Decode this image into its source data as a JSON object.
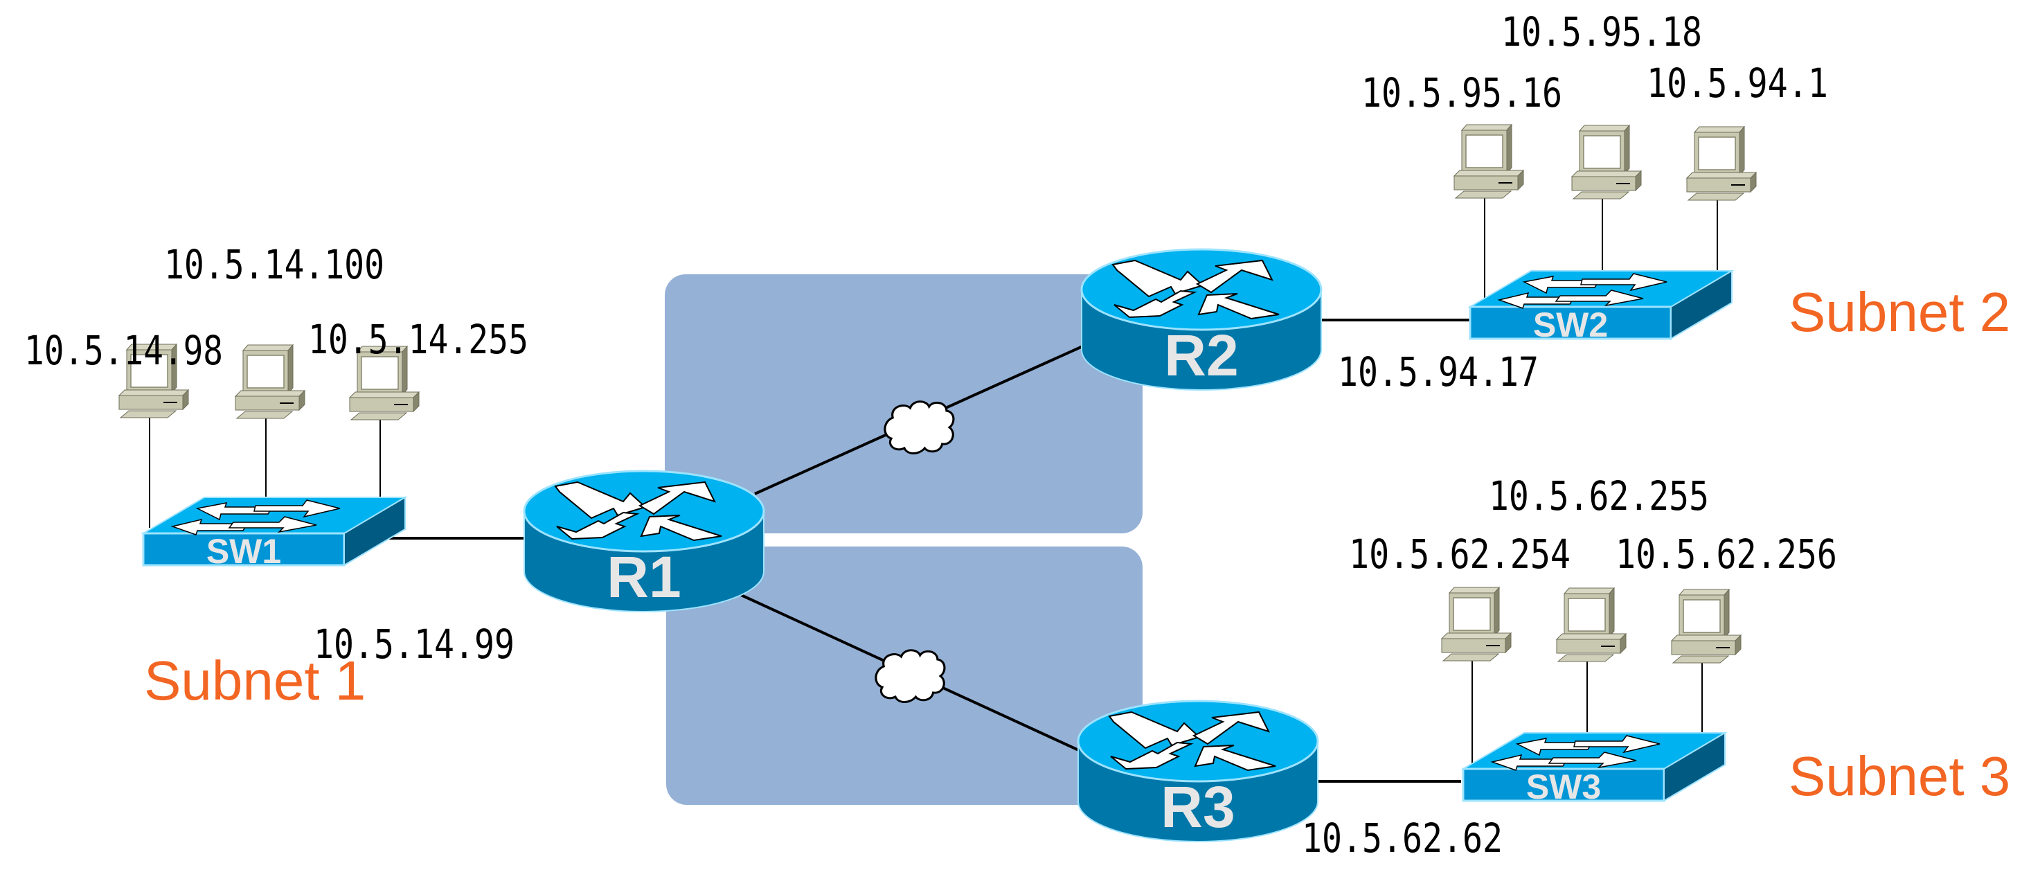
{
  "diagram": {
    "colors": {
      "panel": "#95b1d6",
      "device_top": "#00b2ef",
      "device_side": "#0077a9",
      "device_dark": "#005a82",
      "device_edge": "#9de3ff",
      "subnet_text": "#f26522",
      "pc_body": "#c8c8b0",
      "pc_shade": "#86866e"
    },
    "routers": [
      {
        "id": "R1",
        "label": "R1"
      },
      {
        "id": "R2",
        "label": "R2"
      },
      {
        "id": "R3",
        "label": "R3"
      }
    ],
    "switches": [
      {
        "id": "SW1",
        "label": "SW1"
      },
      {
        "id": "SW2",
        "label": "SW2"
      },
      {
        "id": "SW3",
        "label": "SW3"
      }
    ],
    "subnets": [
      {
        "label": "Subnet 1",
        "router_interface_ip": "10.5.14.99",
        "hosts": [
          "10.5.14.98",
          "10.5.14.100",
          "10.5.14.255"
        ]
      },
      {
        "label": "Subnet 2",
        "router_interface_ip": "10.5.94.17",
        "hosts": [
          "10.5.95.16",
          "10.5.95.18",
          "10.5.94.1"
        ]
      },
      {
        "label": "Subnet 3",
        "router_interface_ip": "10.5.62.62",
        "hosts": [
          "10.5.62.254",
          "10.5.62.255",
          "10.5.62.256"
        ]
      }
    ],
    "wan_links": [
      {
        "from": "R1",
        "to": "R2",
        "icon": "cloud-icon"
      },
      {
        "from": "R1",
        "to": "R3",
        "icon": "cloud-icon"
      }
    ]
  }
}
